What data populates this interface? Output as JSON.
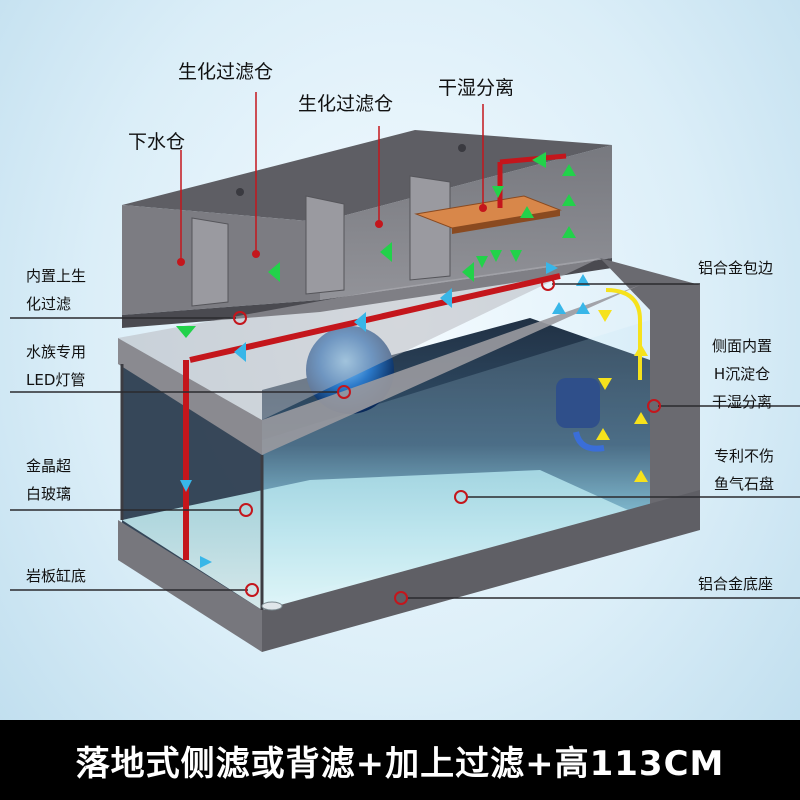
{
  "labels": {
    "bio_filter_1": "生化过滤仓",
    "bio_filter_2": "生化过滤仓",
    "dry_wet": "干湿分离",
    "drain_chamber": "下水仓",
    "top_filter_l1": "内置上生",
    "top_filter_l2": "化过滤",
    "led_l1": "水族专用",
    "led_l2": "LED灯管",
    "glass_l1": "金晶超",
    "glass_l2": "白玻璃",
    "slate_base": "岩板缸底",
    "aluminum_edge": "铝合金包边",
    "side_l1": "侧面内置",
    "side_l2": "H沉淀仓",
    "side_l3": "干湿分离",
    "airstone_l1": "专利不伤",
    "airstone_l2": "鱼气石盘",
    "aluminum_base": "铝合金底座"
  },
  "banner": "落地式侧滤或背滤+加上过滤+高113CM",
  "colors": {
    "banner_bg": "#000000",
    "pipe_red": "#c4161c",
    "arrow_green": "#22d24a",
    "arrow_yellow": "#f6e21c",
    "arrow_blue": "#38b6e8",
    "frame_gray": "#6d6d72"
  }
}
